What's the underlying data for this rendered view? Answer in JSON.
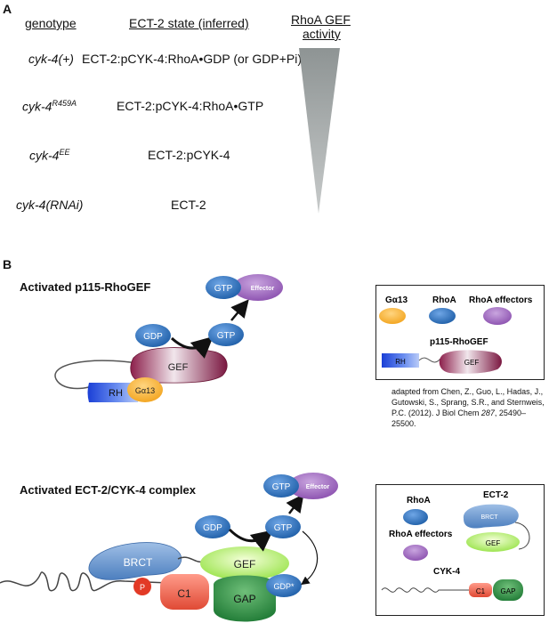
{
  "panel_a": {
    "letter": "A",
    "headers": {
      "genotype": "genotype",
      "state": "ECT-2 state (inferred)",
      "activity_line1": "RhoA GEF",
      "activity_line2": "activity"
    },
    "rows": [
      {
        "genotype": "cyk-4(+)",
        "sup": "",
        "state": "ECT-2:pCYK-4:RhoA•GDP (or GDP+Pi)"
      },
      {
        "genotype": "cyk-4",
        "sup": "R459A",
        "state": "ECT-2:pCYK-4:RhoA•GTP"
      },
      {
        "genotype": "cyk-4",
        "sup": "EE",
        "state": "ECT-2:pCYK-4"
      },
      {
        "genotype": "cyk-4(RNAi)",
        "sup": "",
        "state": "ECT-2"
      }
    ]
  },
  "panel_b": {
    "letter": "B",
    "top": {
      "title": "Activated p115-RhoGEF",
      "labels": {
        "gtp_effector": "GTP",
        "effector": "Effector",
        "gdp": "GDP",
        "gtp": "GTP",
        "gef": "GEF",
        "rh": "RH",
        "ga13": "Gα13"
      }
    },
    "legend_top": {
      "ga13": "Gα13",
      "rhoa": "RhoA",
      "effectors": "RhoA effectors",
      "p115": "p115-RhoGEF",
      "rh": "RH",
      "gef": "GEF"
    },
    "citation_pre": "adapted from Chen, Z., Guo, L., Hadas, J., Gutowski, S., Sprang, S.R., and Sternweis, P.C. (2012). J Biol Chem ",
    "citation_vol": "287",
    "citation_post": ", 25490–25500.",
    "bottom": {
      "title": "Activated ECT-2/CYK-4 complex",
      "labels": {
        "gtp_effector": "GTP",
        "effector": "Effector",
        "gdp": "GDP",
        "gtp": "GTP",
        "brct": "BRCT",
        "gef": "GEF",
        "p": "P",
        "c1": "C1",
        "gap": "GAP",
        "gdp_star": "GDP*"
      }
    },
    "legend_bottom": {
      "rhoa": "RhoA",
      "ect2": "ECT-2",
      "effectors": "RhoA effectors",
      "brct": "BRCT",
      "gef": "GEF",
      "cyk4": "CYK-4",
      "c1": "C1",
      "gap": "GAP"
    }
  }
}
